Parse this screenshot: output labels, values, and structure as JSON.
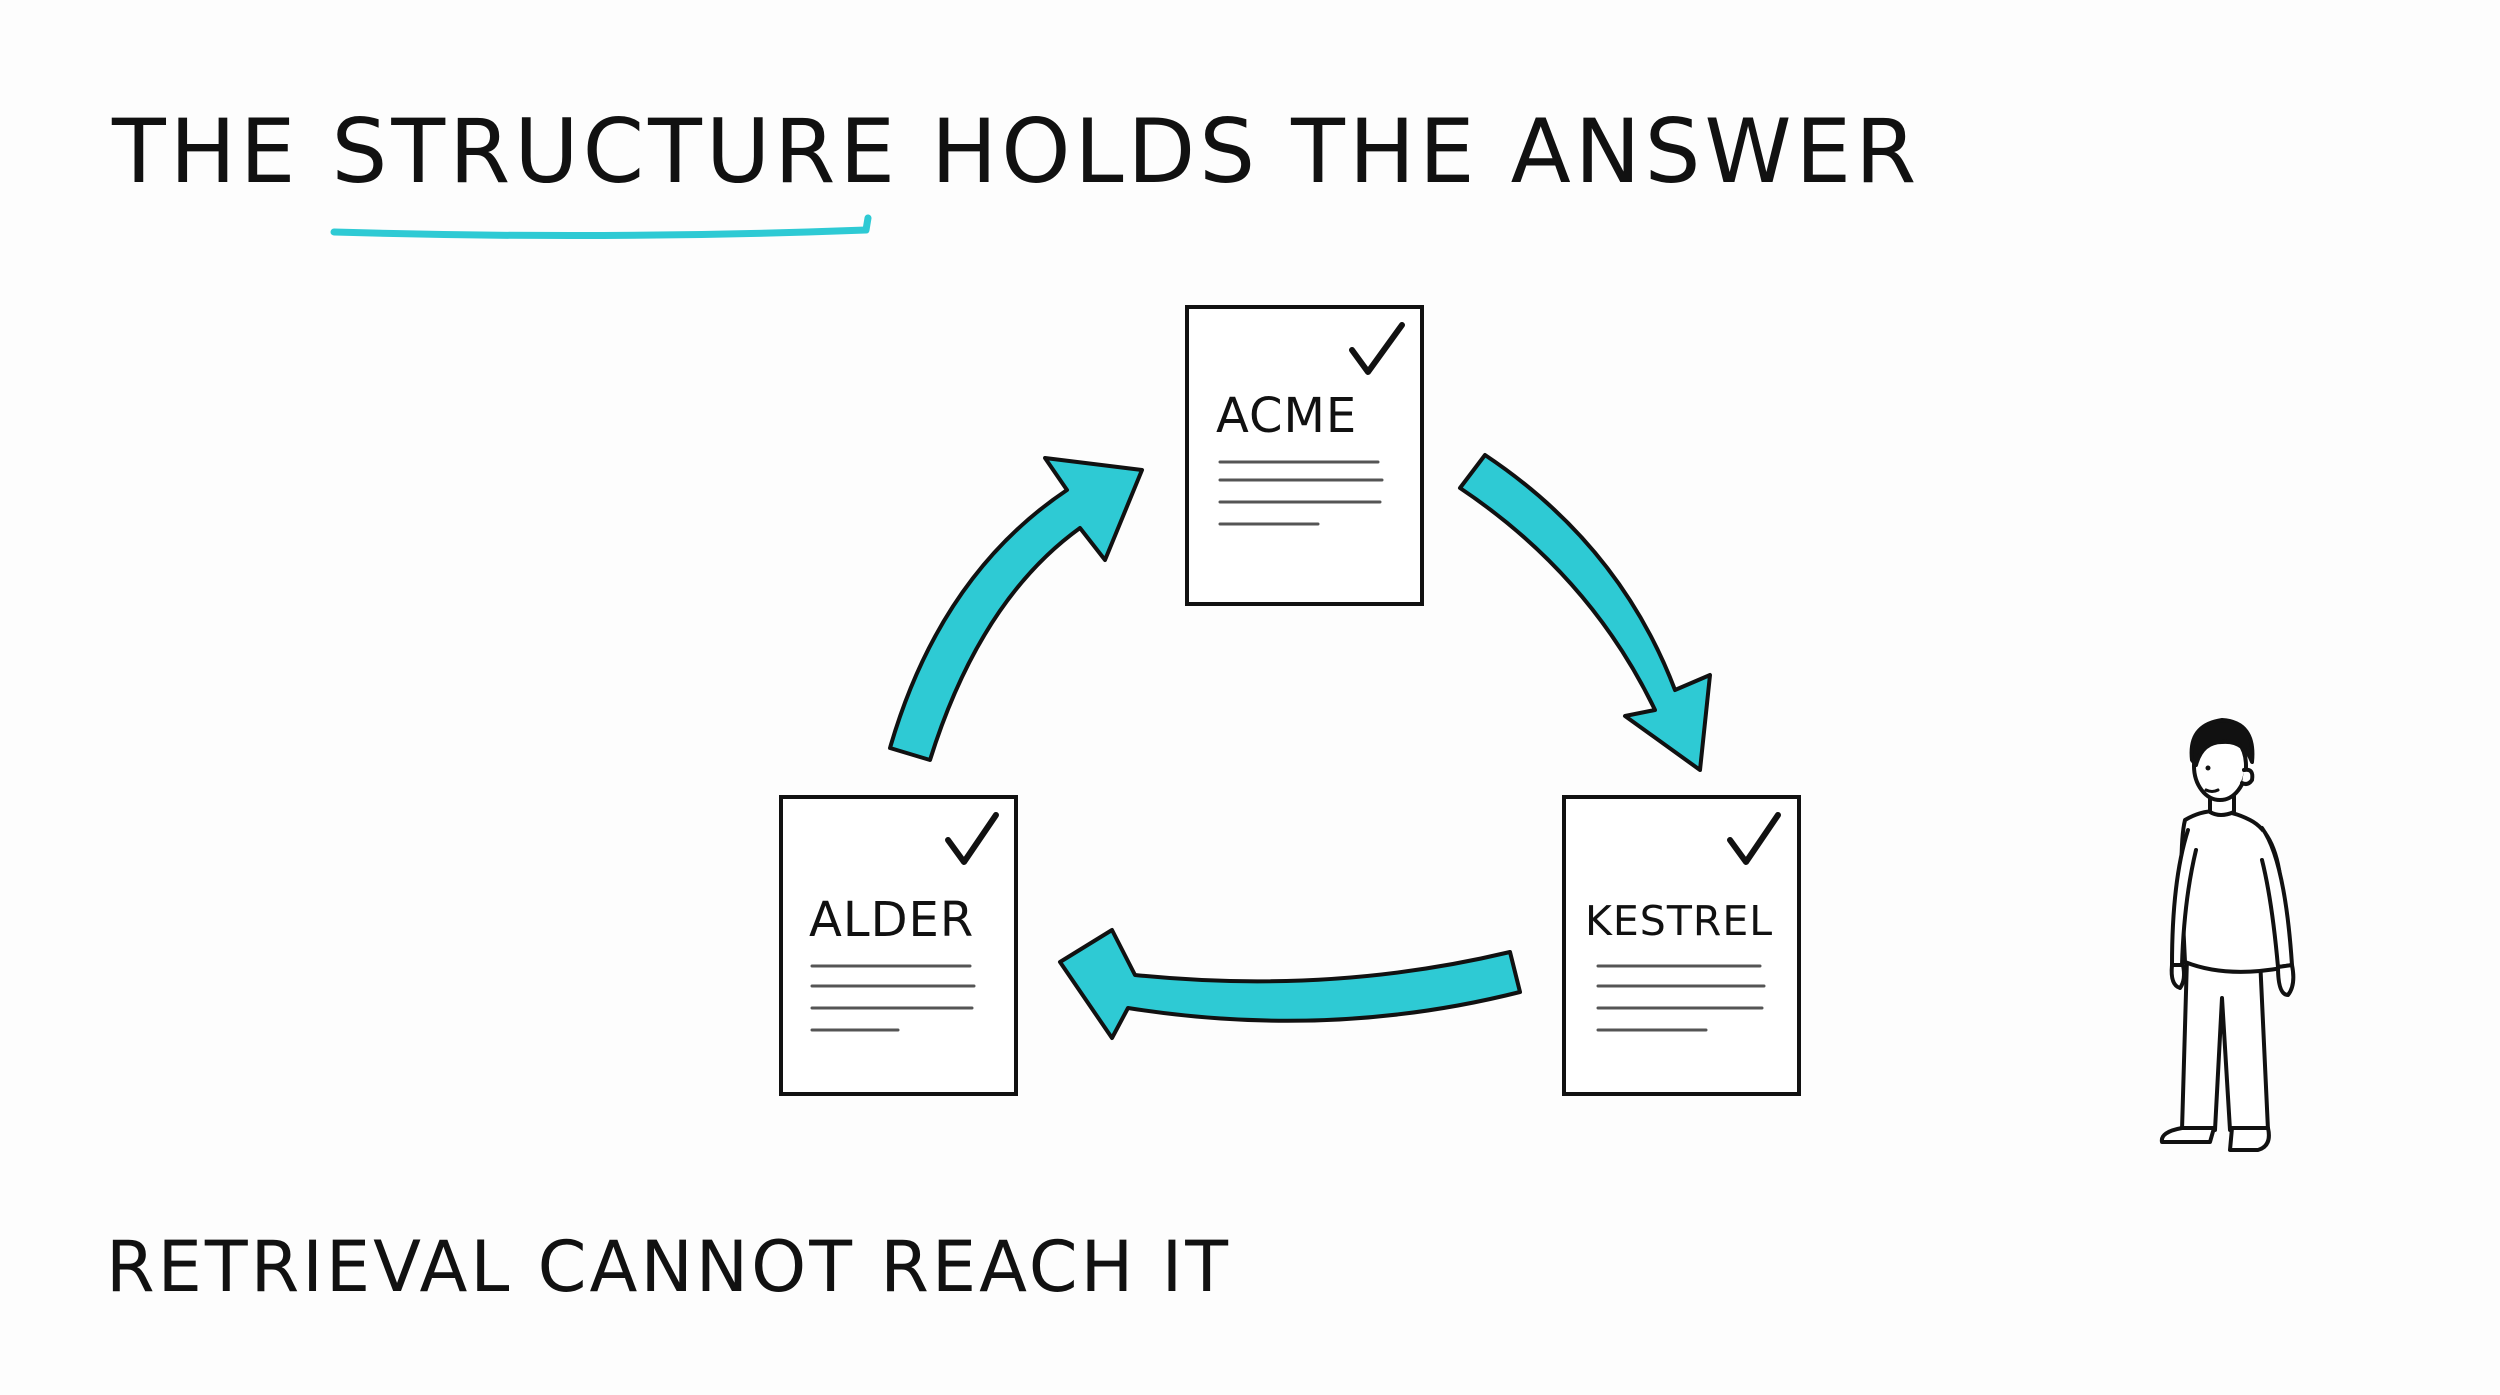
{
  "title": {
    "part1": "THE",
    "highlight": "STRUCTURE",
    "part2": "HOLDS THE ANSWER"
  },
  "subtitle": "RETRIEVAL CANNOT REACH IT",
  "documents": [
    {
      "label": "ACME",
      "checked": true
    },
    {
      "label": "ALDER",
      "checked": true
    },
    {
      "label": "KESTREL",
      "checked": true
    }
  ],
  "colors": {
    "accent": "#2ecad4",
    "ink": "#111111",
    "paper": "#ffffff"
  }
}
